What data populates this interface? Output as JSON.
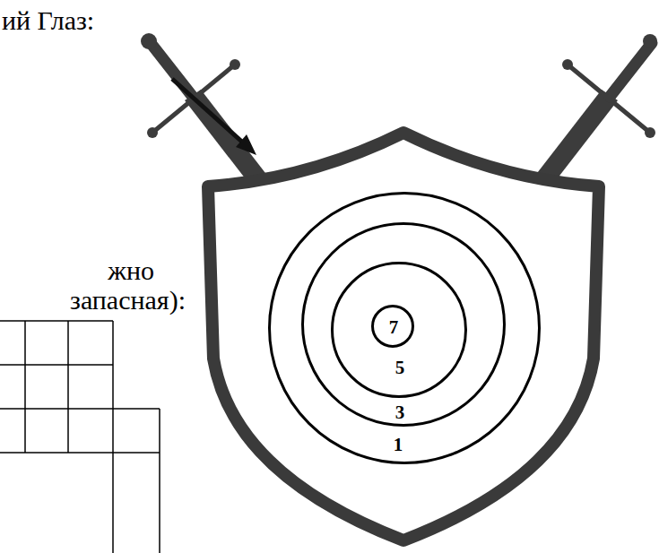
{
  "diagram": {
    "nodes": [
      {
        "text": [
          "1"
        ]
      },
      {
        "text": [
          "3"
        ],
        "in": 0
      },
      {
        "text": [
          "5"
        ],
        "in": 1
      },
      {
        "text": [
          "7"
        ],
        "in": 2
      }
    ],
    "labels": [
      "ий Глаз:",
      "жно",
      "запасная):"
    ]
  }
}
